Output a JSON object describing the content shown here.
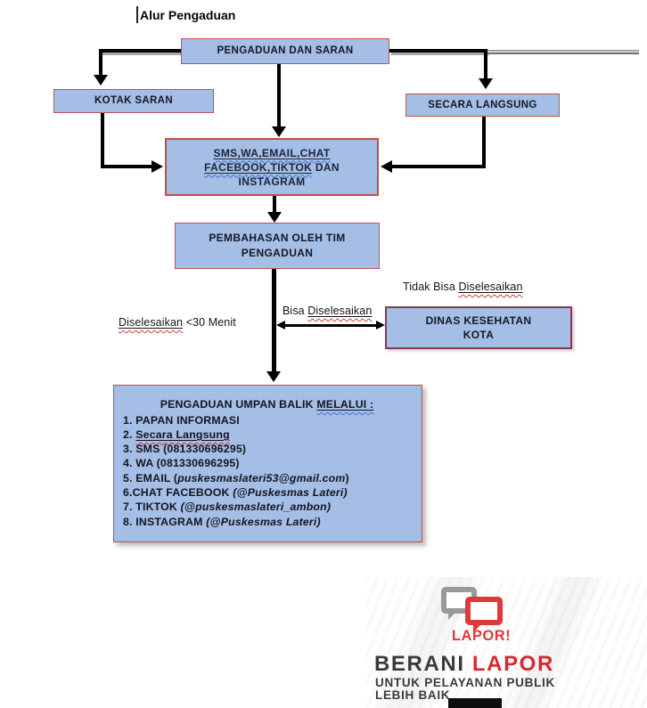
{
  "title": "Alur Pengaduan",
  "boxes": {
    "pengaduan_saran": "PENGADUAN DAN SARAN",
    "kotak_saran": "KOTAK SARAN",
    "secara_langsung": "SECARA LANGSUNG",
    "sms": {
      "line1": "SMS,WA,EMAIL,CHAT",
      "line2_underlined": "FACEBOOK,TIKTOK",
      "line2_plain": " DAN",
      "line3": "INSTAGRAM"
    },
    "pembahasan": {
      "line1": "PEMBAHASAN OLEH TIM",
      "line2": "PENGADUAN"
    },
    "dinas": {
      "line1": "DINAS KESEHATAN",
      "line2": "KOTA"
    }
  },
  "labels": {
    "tidak_bisa": {
      "prefix": "Tidak Bisa ",
      "underlined": "Diselesaikan"
    },
    "bisa": {
      "prefix": "Bisa ",
      "underlined": "Diselesaikan"
    },
    "selesai": {
      "underlined": "Diselesaikan",
      "suffix": " <30 Menit"
    }
  },
  "feedback": {
    "heading_prefix": "PENGADUAN UMPAN BALIK ",
    "heading_underlined": "MELALUI :",
    "items": [
      {
        "text": "1. PAPAN INFORMASI"
      },
      {
        "text": "2. ",
        "underlined": "Secara Langsung"
      },
      {
        "text": "3. SMS (081330696295)"
      },
      {
        "text": "4. WA (081330696295)"
      },
      {
        "text": "5. EMAIL (",
        "italic": "puskesmaslateri53@gmail.com",
        "suffix": ")"
      },
      {
        "text": "6.CHAT FACEBOOK ",
        "italic": "(@Puskesmas Lateri)",
        "suffix": ""
      },
      {
        "text": "7. TIKTOK ",
        "italic": "(@puskesmaslateri_ambon)",
        "suffix": ""
      },
      {
        "text": "8. INSTAGRAM ",
        "italic": "(@Puskesmas Lateri)",
        "suffix": ""
      }
    ]
  },
  "logo": {
    "lapor": "LAPOR!",
    "berani": "BERANI ",
    "lapor_red": "LAPOR",
    "tagline1": "UNTUK PELAYANAN PUBLIK",
    "tagline2": "LEBIH BAIK"
  },
  "colors": {
    "box_fill": "#A4BEE6",
    "box_border": "#C0504D",
    "dinas_border": "#8C3850",
    "logo_red": "#D8282F",
    "logo_dark": "#3A3A3C"
  }
}
